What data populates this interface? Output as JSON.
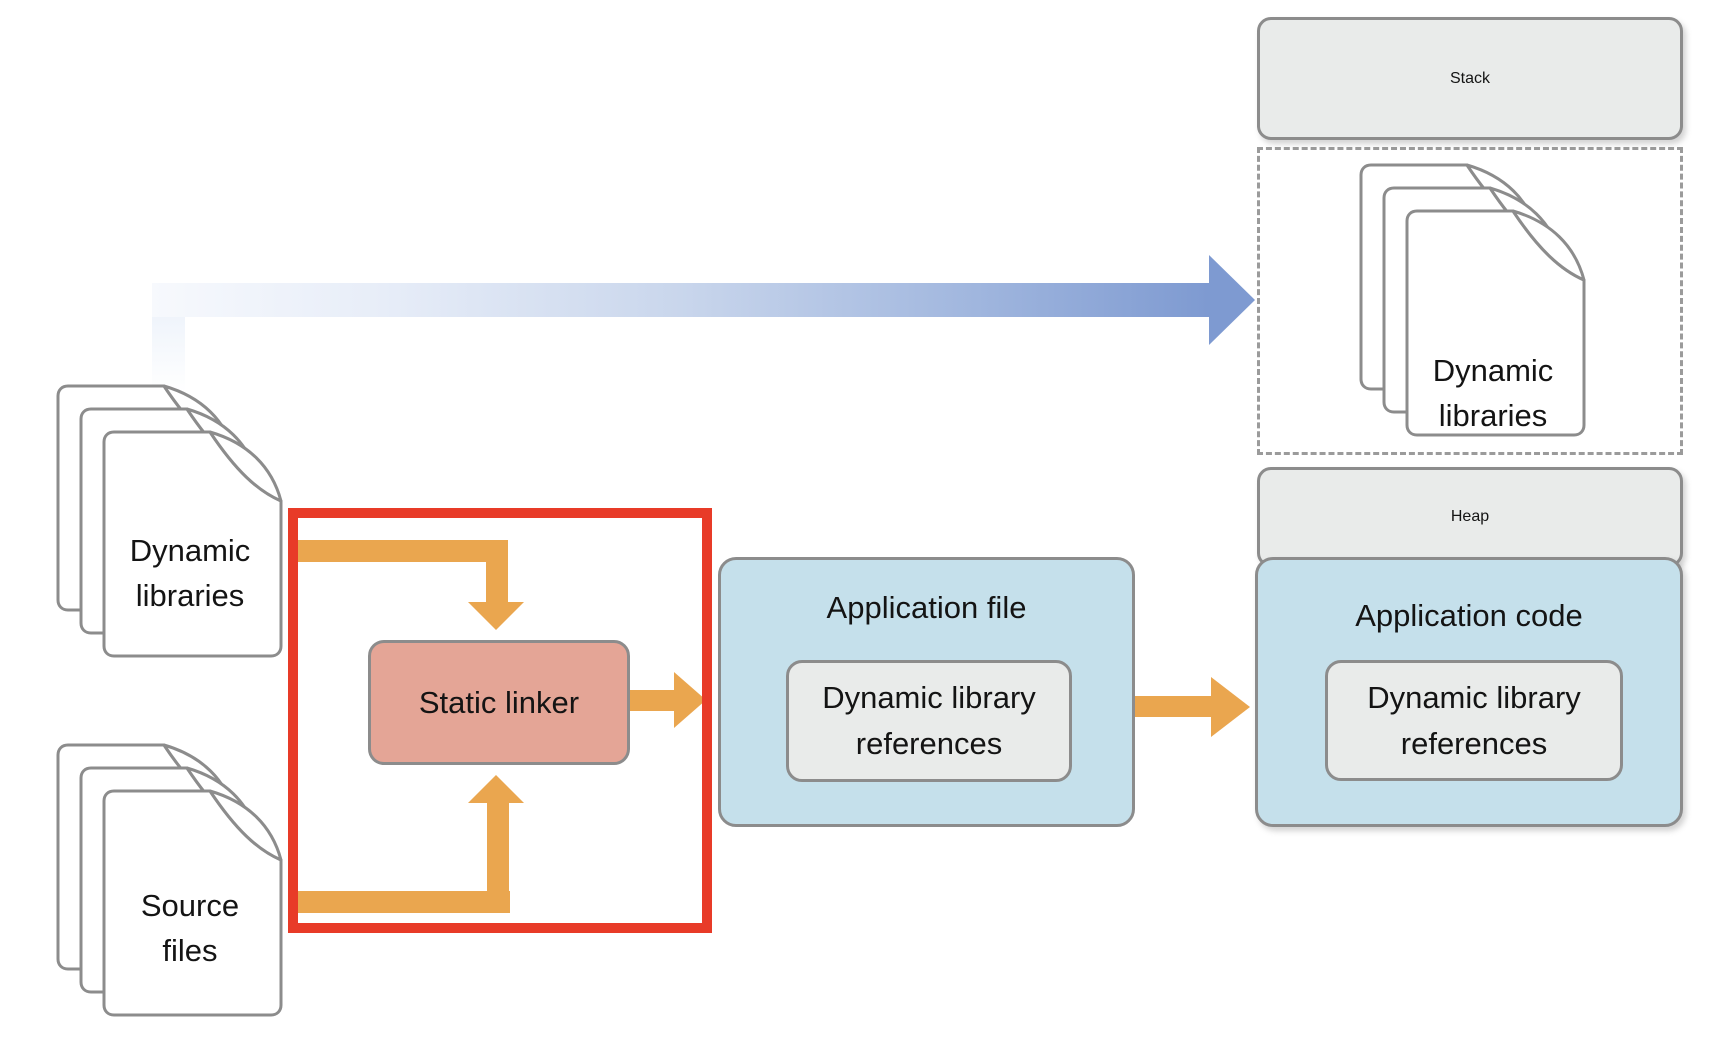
{
  "colors": {
    "orange": "#eaa64f",
    "red": "#e83b28",
    "salmon": "#e4a596",
    "light_blue": "#c5e0eb",
    "box_gray": "#e9ebea",
    "border_gray": "#8c8c8c",
    "arrow_blue": "#7e9ad1",
    "arrow_blue_light": "#f7f9fd"
  },
  "inputs": {
    "dynamic_libraries": {
      "line1": "Dynamic",
      "line2": "libraries"
    },
    "source_files": {
      "line1": "Source",
      "line2": "files"
    }
  },
  "linker": {
    "label": "Static linker"
  },
  "application_file": {
    "title": "Application file",
    "reference": {
      "line1": "Dynamic library",
      "line2": "references"
    }
  },
  "memory": {
    "stack_label": "Stack",
    "loaded_libraries": {
      "line1": "Dynamic",
      "line2": "libraries"
    },
    "heap_label": "Heap",
    "application_code": {
      "title": "Application code",
      "reference": {
        "line1": "Dynamic library",
        "line2": "references"
      }
    }
  }
}
